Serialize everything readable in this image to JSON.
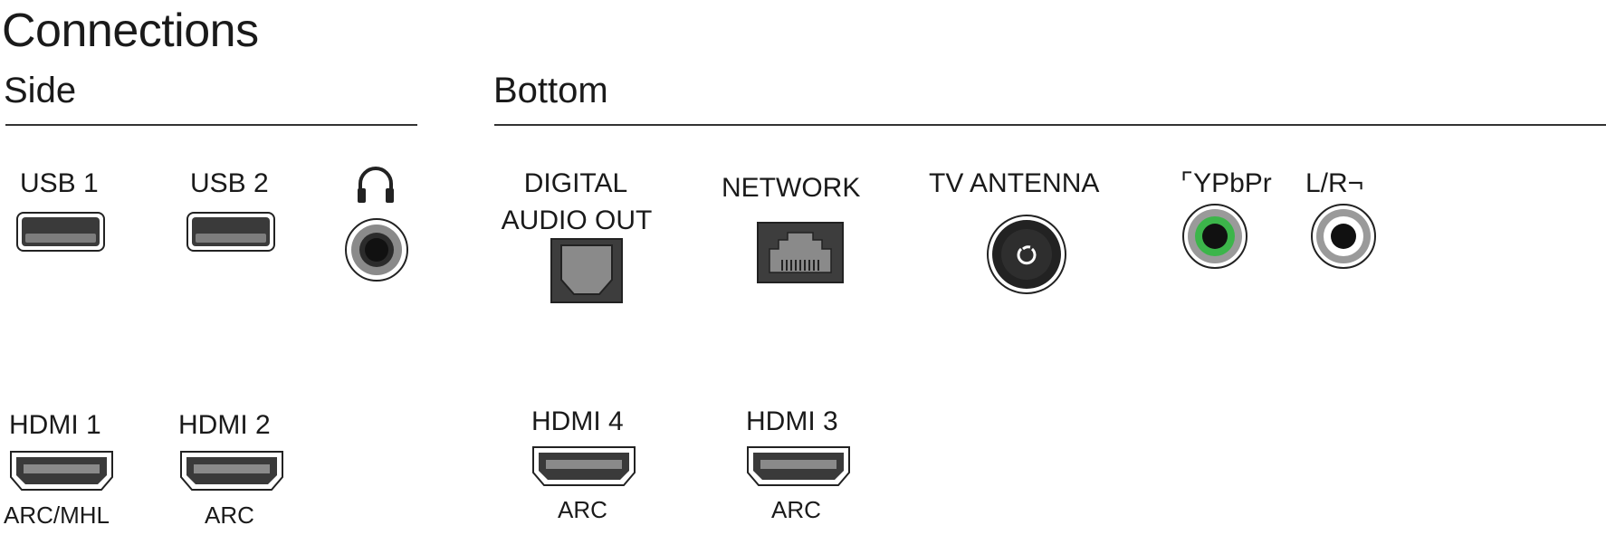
{
  "title": "Connections",
  "sections": {
    "side": "Side",
    "bottom": "Bottom"
  },
  "ports": {
    "usb1": {
      "label": "USB 1"
    },
    "usb2": {
      "label": "USB 2"
    },
    "headphones": {
      "icon": "headphones-icon"
    },
    "digital_audio_out": {
      "label_line1": "DIGITAL",
      "label_line2": "AUDIO OUT"
    },
    "network": {
      "label": "NETWORK"
    },
    "tv_antenna": {
      "label": "TV ANTENNA"
    },
    "ypbpr": {
      "label": "⌜YPbPr"
    },
    "lr": {
      "label": "L/R¬"
    },
    "hdmi1": {
      "label": "HDMI 1",
      "sub": "ARC/MHL"
    },
    "hdmi2": {
      "label": "HDMI 2",
      "sub": "ARC"
    },
    "hdmi4": {
      "label": "HDMI 4",
      "sub": "ARC"
    },
    "hdmi3": {
      "label": "HDMI 3",
      "sub": "ARC"
    }
  },
  "colors": {
    "ypbpr_ring": "#3cb54a",
    "port_dark": "#3a3a3a",
    "port_mid": "#8a8a8a"
  }
}
